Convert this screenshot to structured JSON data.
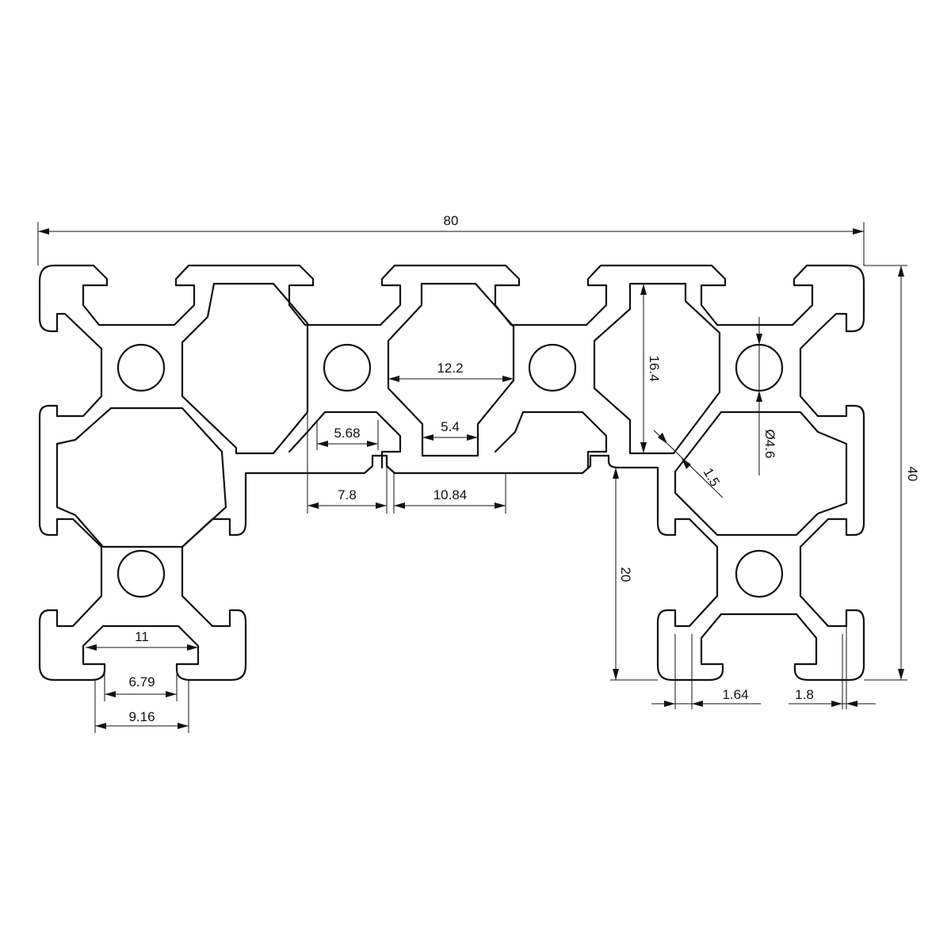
{
  "dimensions": {
    "overall_width": "80",
    "overall_height": "40",
    "leg_height": "20",
    "inner_slot_12_2": "12.2",
    "inner_slot_16_4": "16.4",
    "hole_diameter": "Ø4.6",
    "wall_1_5": "1.5",
    "slot_5_68": "5.68",
    "slot_5_4": "5.4",
    "slot_7_8": "7.8",
    "slot_10_84": "10.84",
    "slot_11": "11",
    "slot_6_79": "6.79",
    "slot_9_16": "9.16",
    "lip_1_64": "1.64",
    "lip_1_8": "1.8"
  }
}
